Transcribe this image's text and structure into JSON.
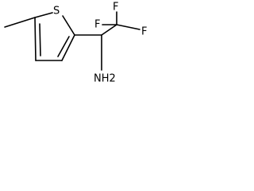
{
  "molecule": {
    "atoms": {
      "sulfur": "S",
      "fluorine_top": "F",
      "fluorine_left": "F",
      "fluorine_right": "F",
      "amine": "NH2"
    }
  }
}
